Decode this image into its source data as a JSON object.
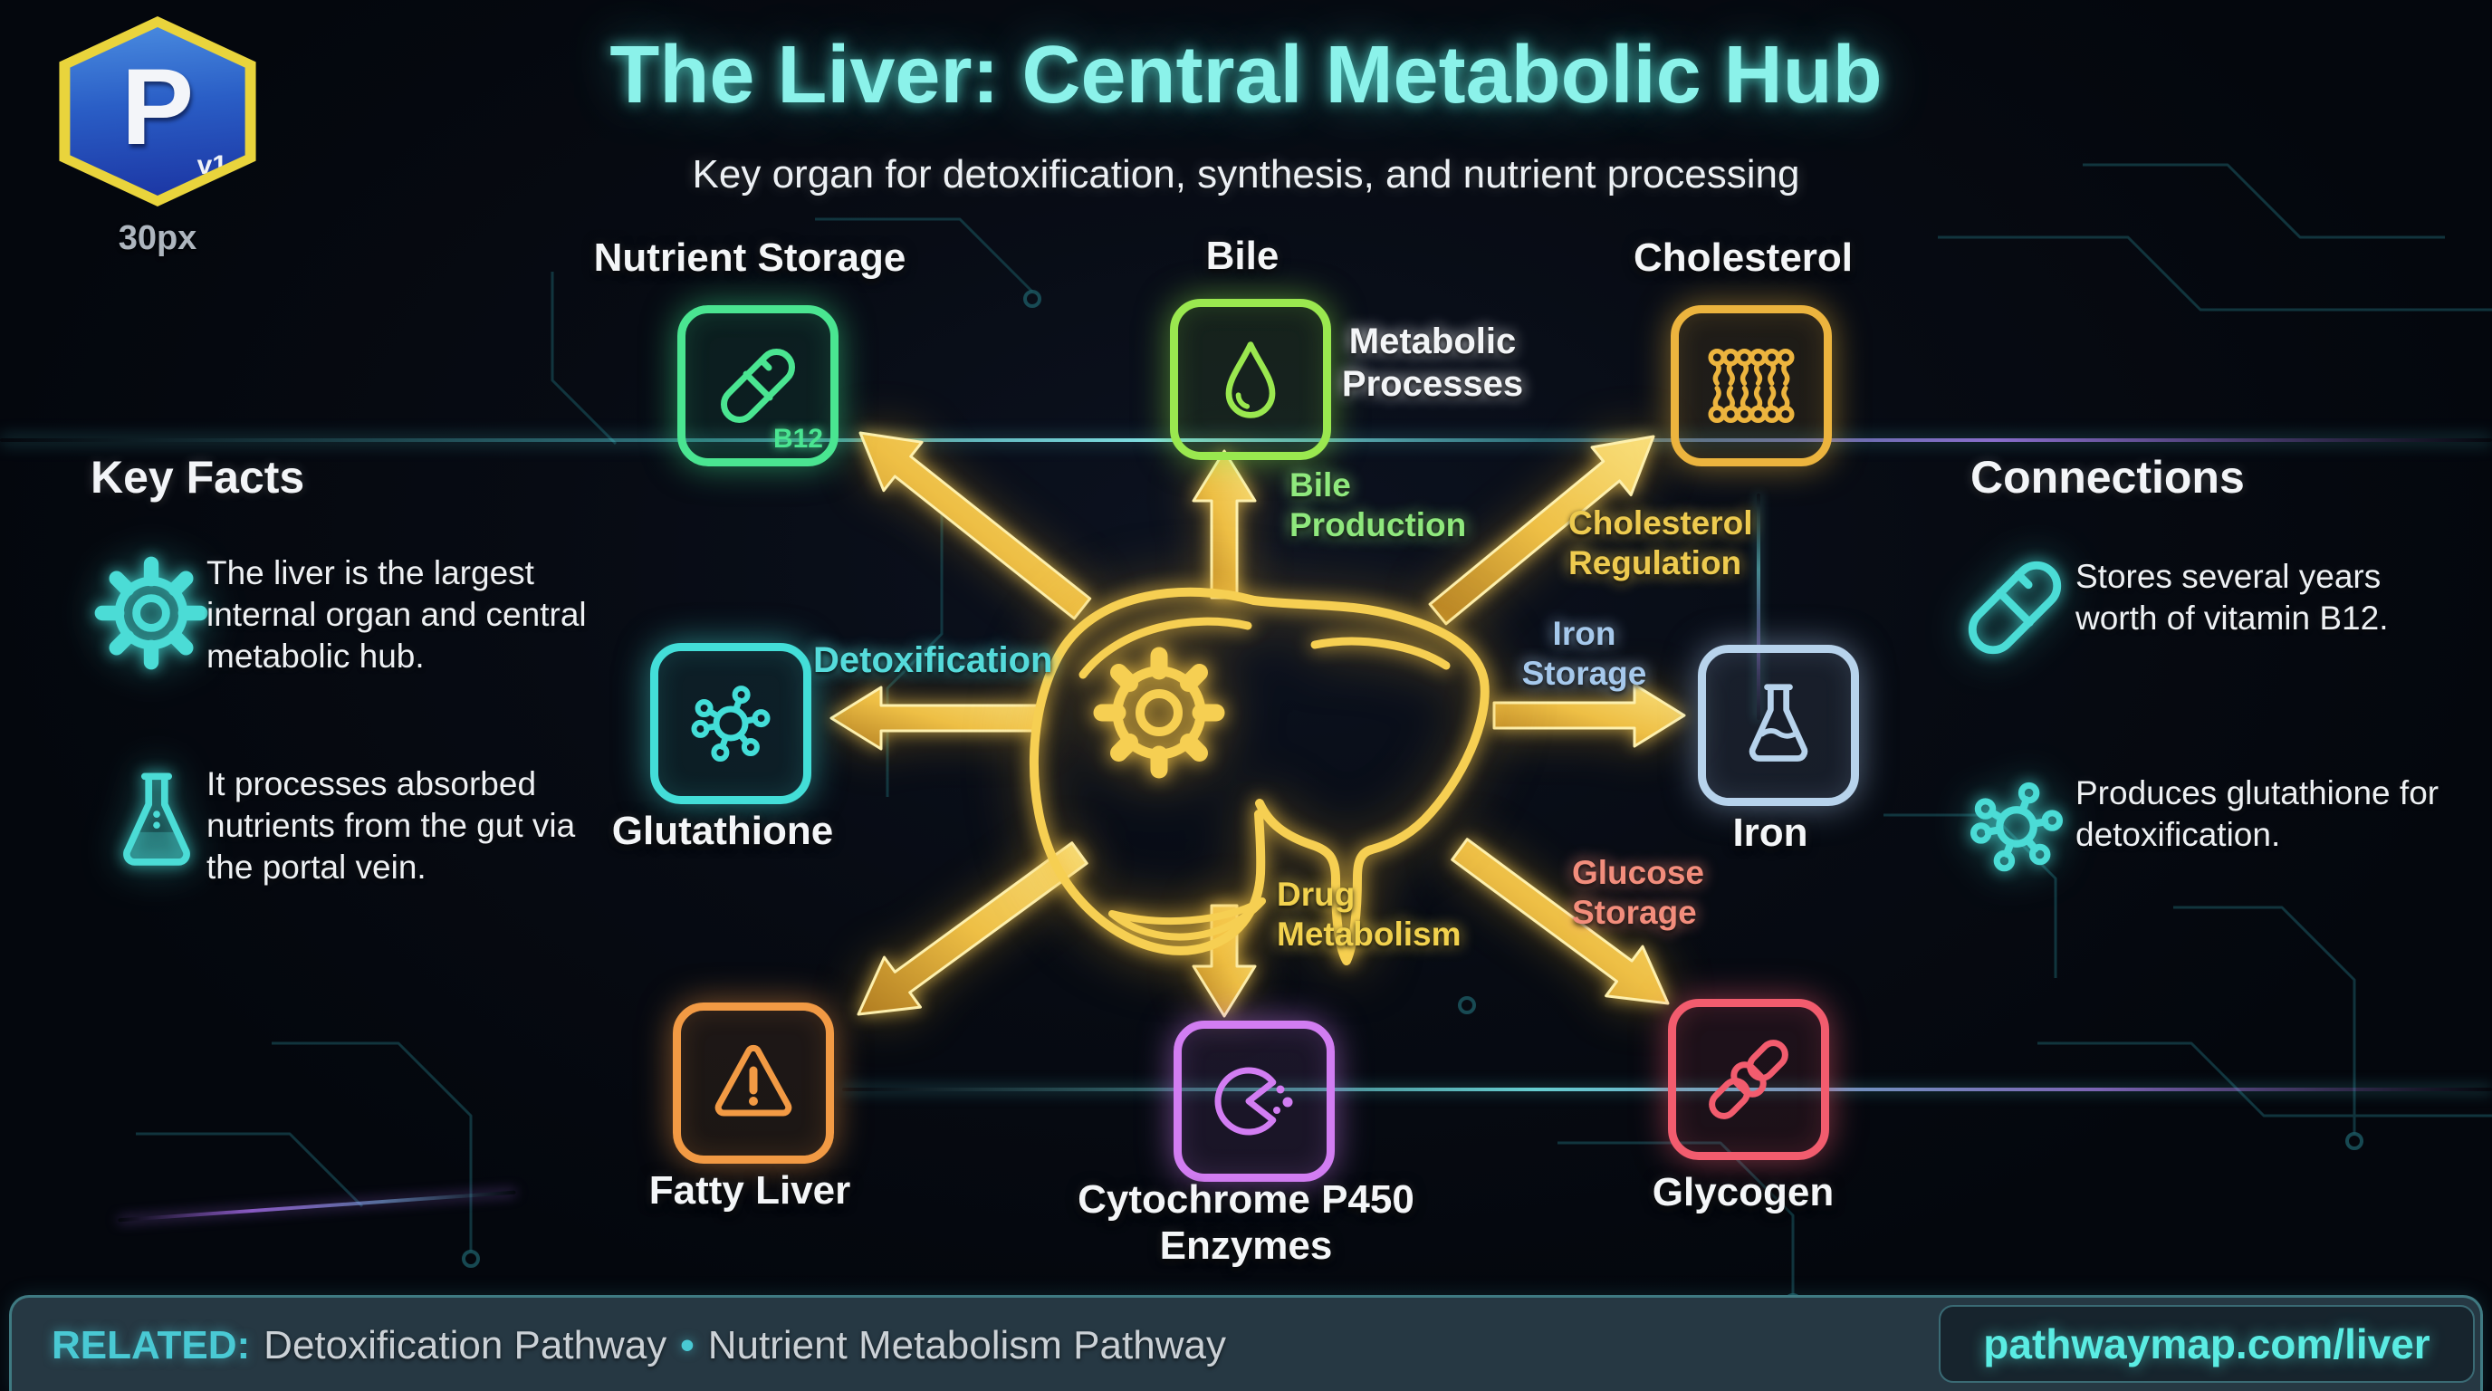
{
  "logo": {
    "letter": "P",
    "version": "v1",
    "size_label": "30px"
  },
  "header": {
    "title": "The Liver: Central Metabolic Hub",
    "subtitle": "Key organ for detoxification, synthesis, and nutrient processing"
  },
  "key_facts": {
    "heading": "Key Facts",
    "items": [
      {
        "icon": "gear-icon",
        "text": "The liver is the largest internal organ and central metabolic hub."
      },
      {
        "icon": "flask-icon",
        "text": "It processes absorbed nutrients from the gut via the portal vein."
      }
    ]
  },
  "connections": {
    "heading": "Connections",
    "items": [
      {
        "icon": "pill-icon",
        "text": "Stores several years worth of vitamin B12."
      },
      {
        "icon": "molecule-icon",
        "text": "Produces glutathione for detoxification."
      }
    ]
  },
  "diagram": {
    "center_icon": "liver-gear-illustration",
    "nodes": [
      {
        "id": "nutrient-storage",
        "label": "Nutrient Storage",
        "icon": "capsule-pill-icon",
        "badge": "B12",
        "color": "#4ae591"
      },
      {
        "id": "bile",
        "label": "Bile",
        "icon": "droplet-icon",
        "color": "#9ae84f"
      },
      {
        "id": "cholesterol",
        "label": "Cholesterol",
        "icon": "lipid-bilayer-icon",
        "color": "#ecb43e"
      },
      {
        "id": "glutathione",
        "label": "Glutathione",
        "icon": "molecule-icon",
        "color": "#43ded8"
      },
      {
        "id": "iron",
        "label": "Iron",
        "icon": "flask-icon",
        "color": "#b7d3ec"
      },
      {
        "id": "fatty-liver",
        "label": "Fatty Liver",
        "icon": "warning-triangle-icon",
        "color": "#f29a44"
      },
      {
        "id": "cytochrome-p450",
        "label": "Cytochrome P450 Enzymes",
        "icon": "pacman-enzyme-icon",
        "color": "#d27df2"
      },
      {
        "id": "glycogen",
        "label": "Glycogen",
        "icon": "chain-link-icon",
        "color": "#f25c6e"
      }
    ],
    "edge_labels": [
      {
        "id": "bile-production",
        "text": "Bile Production",
        "color": "#8fe87d"
      },
      {
        "id": "metabolic-processes",
        "text": "Metabolic Processes",
        "color": "#f3f5f7"
      },
      {
        "id": "cholesterol-regulation",
        "text": "Cholesterol Regulation",
        "color": "#eecb4f"
      },
      {
        "id": "detoxification",
        "text": "Detoxification",
        "color": "#55dbdb"
      },
      {
        "id": "iron-storage",
        "text": "Iron Storage",
        "color": "#a6c9ec"
      },
      {
        "id": "drug-metabolism",
        "text": "Drug Metabolism",
        "color": "#f2d24e"
      },
      {
        "id": "glucose-storage",
        "text": "Glucose Storage",
        "color": "#f28d7c"
      }
    ]
  },
  "footer": {
    "related_label": "RELATED:",
    "bullet": "•",
    "items": [
      "Detoxification Pathway",
      "Nutrient Metabolism Pathway"
    ],
    "url": "pathwaymap.com/liver"
  },
  "colors": {
    "background": "#070b13",
    "title_neon": "#8bf2ea",
    "arrow_gold": "#f2c94c",
    "liver_outline": "#f6cf52",
    "panel_icon_teal": "#4bdcd6",
    "footer_bar": "#263843",
    "footer_accent": "#49c9d4",
    "url_text": "#5aece3"
  }
}
